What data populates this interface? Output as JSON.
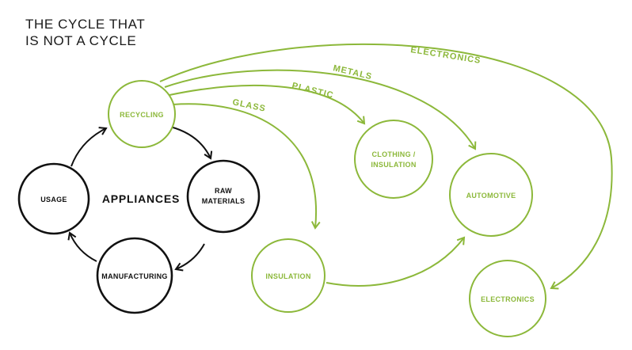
{
  "title": {
    "line1": "THE CYCLE THAT",
    "line2": "IS NOT A CYCLE"
  },
  "colors": {
    "green": "#8cb83a",
    "black": "#111111"
  },
  "center_label": "APPLIANCES",
  "cycle_nodes": {
    "recycling": [
      "RECYCLING"
    ],
    "raw_materials": [
      "RAW",
      "MATERIALS"
    ],
    "manufacturing": [
      "MANUFACTURING"
    ],
    "usage": [
      "USAGE"
    ]
  },
  "output_nodes": {
    "insulation": [
      "INSULATION"
    ],
    "clothing_insulation": [
      "CLOTHING /",
      "INSULATION"
    ],
    "automotive": [
      "AUTOMOTIVE"
    ],
    "electronics": [
      "ELECTRONICS"
    ]
  },
  "flows": {
    "glass": "GLASS",
    "plastic": "PLASTIC",
    "metals": "METALS",
    "electronics": "ELECTRONICS"
  }
}
